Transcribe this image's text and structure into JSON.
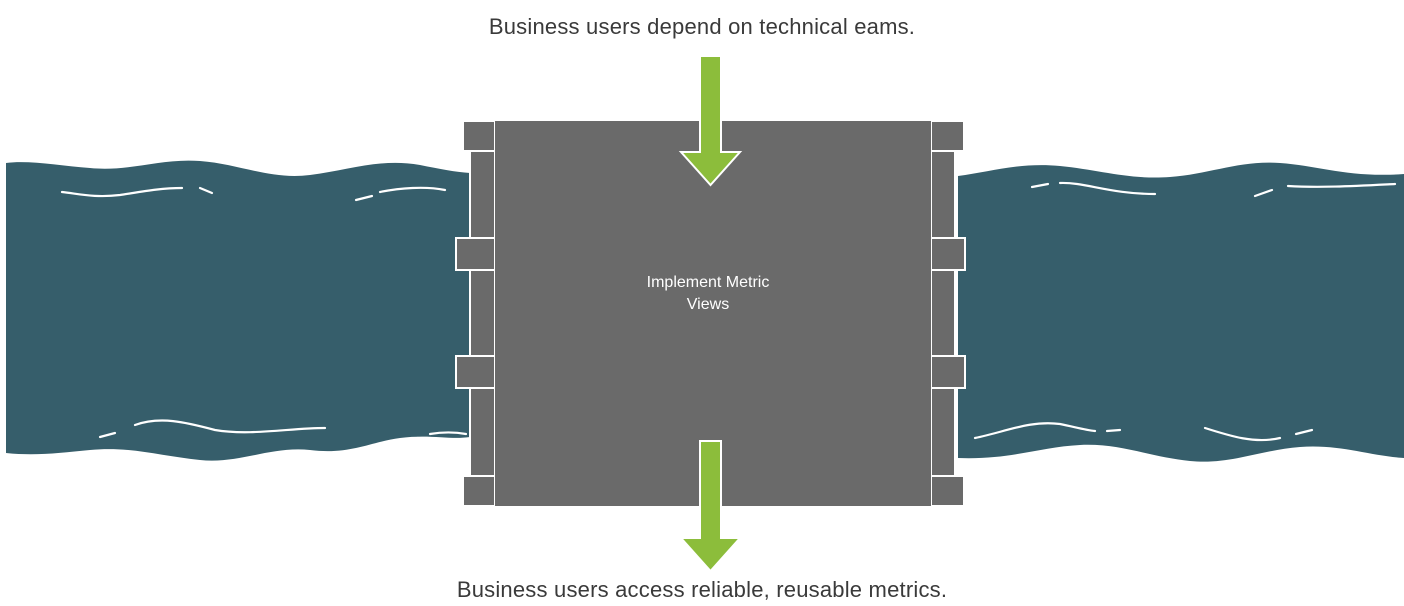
{
  "diagram": {
    "top_caption": "Business users depend on technical eams.",
    "bottom_caption": "Business users access reliable, reusable metrics.",
    "center_label": "Implement Metric\nViews"
  },
  "colors": {
    "river": "#365e6b",
    "lock": "#6a6a6a",
    "arrow": "#8cbd3b",
    "ripple": "#ffffff"
  },
  "icons": {
    "top_arrow": "arrow-down-icon",
    "bottom_arrow": "arrow-down-icon"
  }
}
